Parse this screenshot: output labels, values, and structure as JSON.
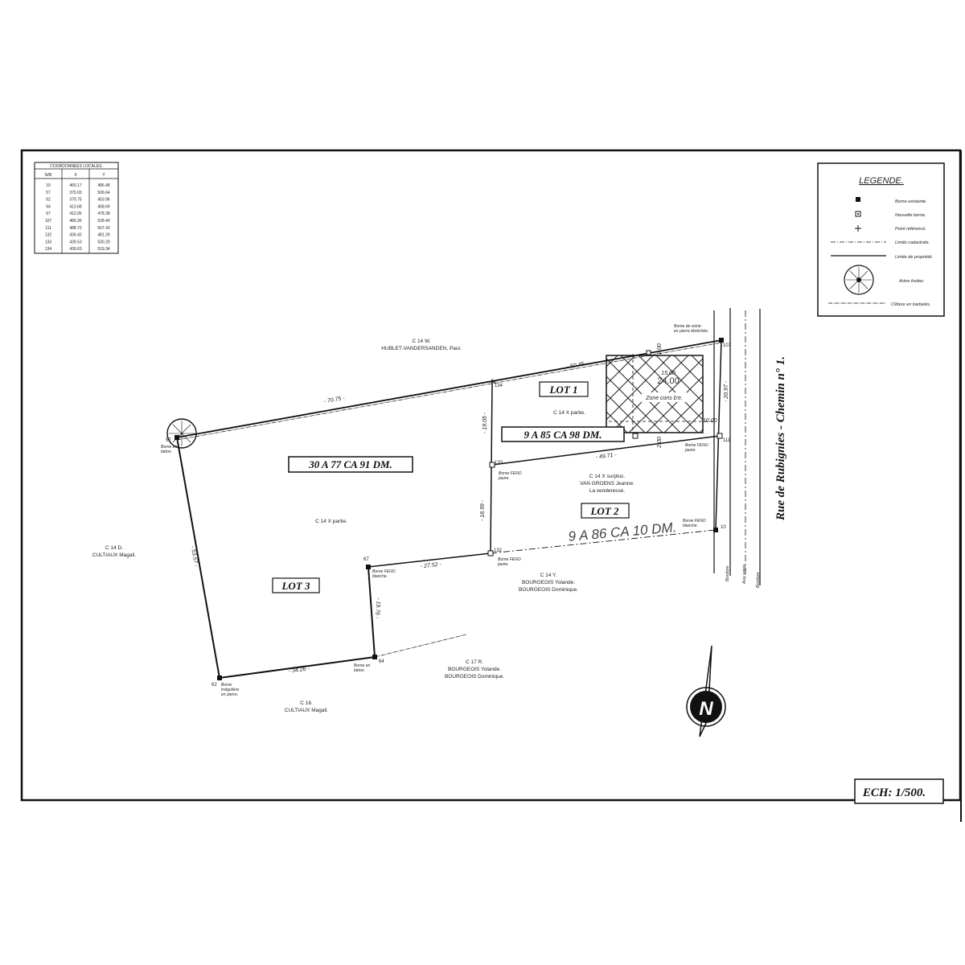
{
  "coord_table": {
    "title": "COORDONNEES LOCALES.",
    "headers": [
      "N/B",
      "X",
      "Y"
    ],
    "rows": [
      [
        "10",
        "460.17",
        "486.48"
      ],
      [
        "57",
        "370.03",
        "506.64"
      ],
      [
        "62",
        "379.75",
        "453.96"
      ],
      [
        "64",
        "413.68",
        "458.69"
      ],
      [
        "67",
        "412.05",
        "478.38"
      ],
      [
        "107",
        "489.26",
        "528.40"
      ],
      [
        "111",
        "488.72",
        "507.43"
      ],
      [
        "132",
        "439.42",
        "481.29"
      ],
      [
        "133",
        "439.53",
        "500.29"
      ],
      [
        "134",
        "439.63",
        "519.34"
      ]
    ]
  },
  "legend": {
    "title": "LEGENDE.",
    "items": [
      {
        "label": "Borne existante.",
        "icon": "filled-square-icon"
      },
      {
        "label": "Nouvelle borne.",
        "icon": "square-dot-icon"
      },
      {
        "label": "Point référencé.",
        "icon": "plus-icon"
      },
      {
        "label": "Limite cadastrale.",
        "icon": "dash-dot-line-icon"
      },
      {
        "label": "Limite de propriété.",
        "icon": "solid-line-icon"
      },
      {
        "label": "Arbre fruitier.",
        "icon": "tree-icon"
      },
      {
        "label": "Clôture en barbelés.",
        "icon": "barbed-wire-icon"
      }
    ]
  },
  "scale": "ECH: 1/500.",
  "street": "Rue de Rubignies - Chemin n° 1.",
  "street_labels": [
    "Bordure",
    "Axe voirie",
    "Bordure"
  ],
  "lots": {
    "lot1": {
      "label": "LOT 1",
      "area": "9 A 85 CA 98 DM."
    },
    "lot2": {
      "label": "LOT 2",
      "area_handwritten": "9 A 86 CA 10 DM."
    },
    "lot3": {
      "label": "LOT 3",
      "area": "30 A 77 CA 91 DM."
    }
  },
  "parcels": {
    "north_code": "C 14 W.",
    "north_owner": "HUBLET-VANDERSANDEN, Paul.",
    "lot1_code": "C 14 X partie.",
    "lot3_code": "C 14 X partie.",
    "lot2_code": "C 14 X surplus.",
    "lot2_owner": "VAN GROENS Jeanne.",
    "lot2_note": "La venderesse.",
    "west_code": "C 14 D.",
    "west_owner": "CULTIAUX Magali.",
    "south_code": "C 14 Y.",
    "south_owner1": "BOURGEOIS Yolande.",
    "south_owner2": "BOURGEOIS Dominique.",
    "se_code": "C 17 R.",
    "se_owner1": "BOURGEOIS Yolande.",
    "se_owner2": "BOURGEOIS Dominique.",
    "bottom_code": "C 16.",
    "bottom_owner": "CULTIAUX Magali."
  },
  "zone": {
    "label": "Zone cons b'e.",
    "d1": "15.00",
    "d2": "24.00"
  },
  "dimensions": {
    "d_70_75": "- 70.75 -",
    "d_50_45": "- 50.45 -",
    "d_49_71": "- 49.71 -",
    "d_20_97": "- 20.97 -",
    "d_19_05": "- 19.05 -",
    "d_18_99": "- 18.99 -",
    "d_27_52": "- 27.52 -",
    "d_53_57": "- 53.57 -",
    "d_19_76": "- 19.76 -",
    "d_34_26": "- 34.26 -",
    "d_10_00": "10.00",
    "d_2_00a": "2.00",
    "d_2_00b": "2.00"
  },
  "points": {
    "p107": "107",
    "p134": "134",
    "p133": "133",
    "p132": "132",
    "p111": "111",
    "p10": "10",
    "p67": "67",
    "p64": "64",
    "p62": "62",
    "p57": "57"
  },
  "borne_notes": {
    "n107a": "Borne de voirie",
    "n107b": "en pierre ébréchée.",
    "n57a": "Borne en",
    "n57b": "béton.",
    "n133a": "Borne FENO",
    "n133b": "jaune.",
    "n111a": "Borne FENO",
    "n111b": "jaune.",
    "n10a": "Borne FENO",
    "n10b": "blanche.",
    "n132a": "Borne FENO",
    "n132b": "jaune.",
    "n67a": "Borne FENO",
    "n67b": "blanche.",
    "n64a": "Borne en",
    "n64b": "béton.",
    "n62a": "Borne",
    "n62b": "irrégulière",
    "n62c": "en pierre."
  },
  "north_arrow": "N"
}
